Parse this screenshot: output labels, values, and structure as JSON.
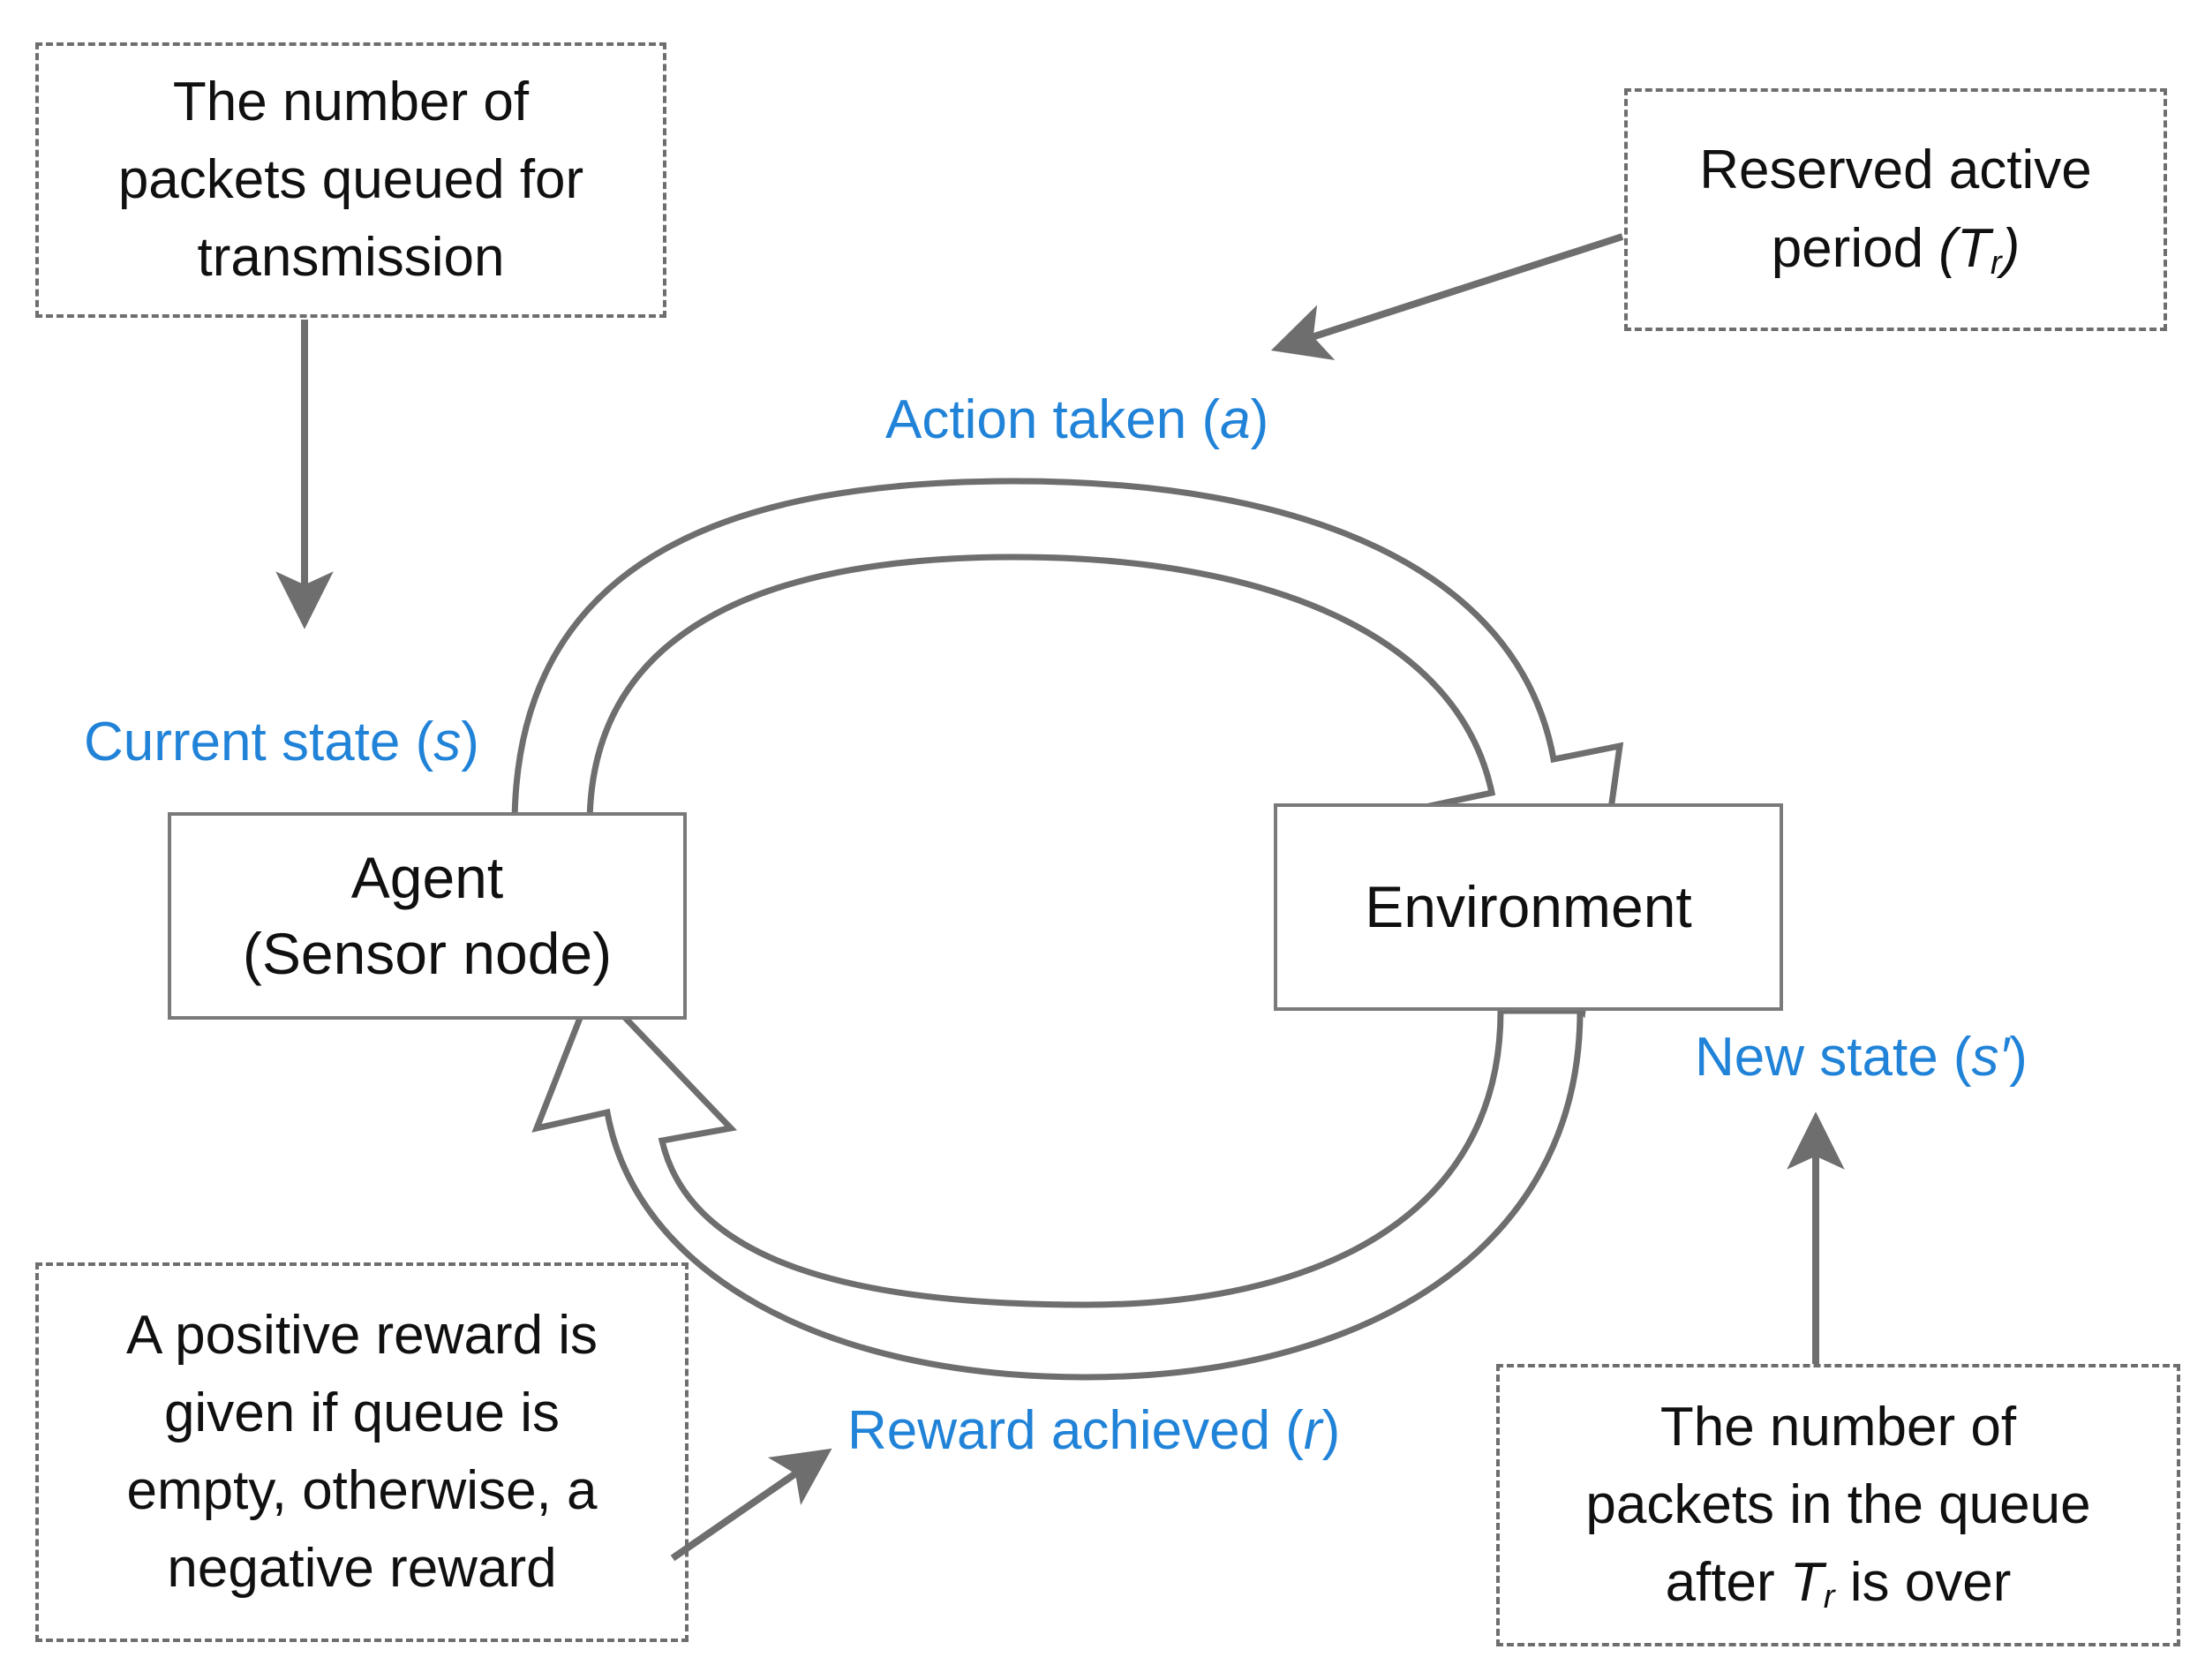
{
  "diagram": {
    "title": "Reinforcement learning agent-environment interaction loop",
    "accent_blue": "#2183d8",
    "line_gray": "#6e6e6e",
    "text_black": "#101010"
  },
  "nodes": {
    "agent": {
      "line1": "Agent",
      "line2": "(Sensor node)"
    },
    "environment": {
      "label": "Environment"
    }
  },
  "labels": {
    "action": {
      "text": "Action taken (",
      "var": "a",
      "close": ")"
    },
    "current_state": {
      "text": "Current state (",
      "var": "s",
      "close": ")"
    },
    "new_state": {
      "text": "New state (",
      "var": "s′",
      "close": ")"
    },
    "reward": {
      "text": "Reward achieved (",
      "var": "r",
      "close": ")"
    }
  },
  "annotations": {
    "packets_queued": {
      "lines": [
        "The number of",
        "packets queued for",
        "transmission"
      ]
    },
    "reserved_period": {
      "lines": [
        "Reserved active",
        "period (Tᵣ)"
      ],
      "line2_plain": "period ",
      "line2_var": "T",
      "line2_sub": "r"
    },
    "reward_rule": {
      "lines": [
        "A positive reward is",
        "given if queue is",
        "empty, otherwise, a",
        "negative reward"
      ]
    },
    "queue_after": {
      "lines": [
        "The number of",
        "packets in the queue",
        "after Tᵣ is over"
      ],
      "line3_pre": "after ",
      "line3_var": "T",
      "line3_sub": "r",
      "line3_post": " is over"
    }
  },
  "connectors": [
    {
      "name": "packets-queued-to-current-state",
      "style": "solid-thin-arrow",
      "direction": "down"
    },
    {
      "name": "reserved-period-to-action",
      "style": "solid-thin-arrow",
      "direction": "down-left"
    },
    {
      "name": "agent-to-environment-action",
      "style": "hollow-block-arc",
      "direction": "clockwise-top"
    },
    {
      "name": "environment-to-agent-reward",
      "style": "hollow-block-arc",
      "direction": "clockwise-bottom"
    },
    {
      "name": "reward-rule-to-reward",
      "style": "solid-thin-arrow",
      "direction": "up-right"
    },
    {
      "name": "queue-after-to-new-state",
      "style": "solid-thin-arrow",
      "direction": "up"
    }
  ]
}
